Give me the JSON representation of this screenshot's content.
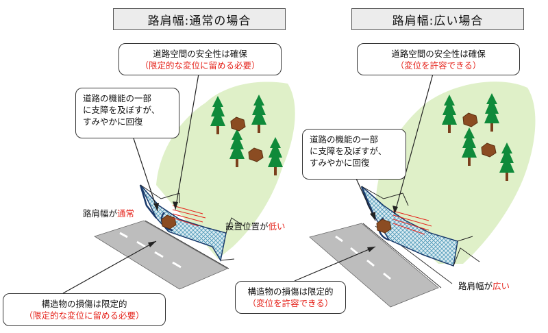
{
  "left": {
    "title": "路肩幅:通常の場合",
    "top_box": {
      "line1": "道路空間の安全性は確保",
      "line2": "（限定的な変位に留める必要）"
    },
    "func_box": {
      "line1": "道路の機能の一部",
      "line2": "に支障を及ぼすが、",
      "line3": "すみやかに回復"
    },
    "shoulder_label": {
      "prefix": "路肩幅が",
      "value": "通常"
    },
    "install_label": {
      "prefix": "設置位置が",
      "value": "低い"
    },
    "bottom_box": {
      "line1": "構造物の損傷は限定的",
      "line2": "（限定的な変位に留める必要）"
    }
  },
  "right": {
    "title": "路肩幅:広い場合",
    "top_box": {
      "line1": "道路空間の安全性は確保",
      "line2": "（変位を許容できる）"
    },
    "func_box": {
      "line1": "道路の機能の一部",
      "line2": "に支障を及ぼすが、",
      "line3": "すみやかに回復"
    },
    "shoulder_label": {
      "prefix": "路肩幅が",
      "value": "広い"
    },
    "bottom_box": {
      "line1": "構造物の損傷は限定的",
      "line2": "（変位を許容できる）"
    }
  },
  "colors": {
    "slope": "#dff0c8",
    "road": "#bdbdbd",
    "tree": "#0f8a3a",
    "rock": "#9a5a2a",
    "net": "#5aa9c6",
    "red_text": "#e5231b"
  }
}
